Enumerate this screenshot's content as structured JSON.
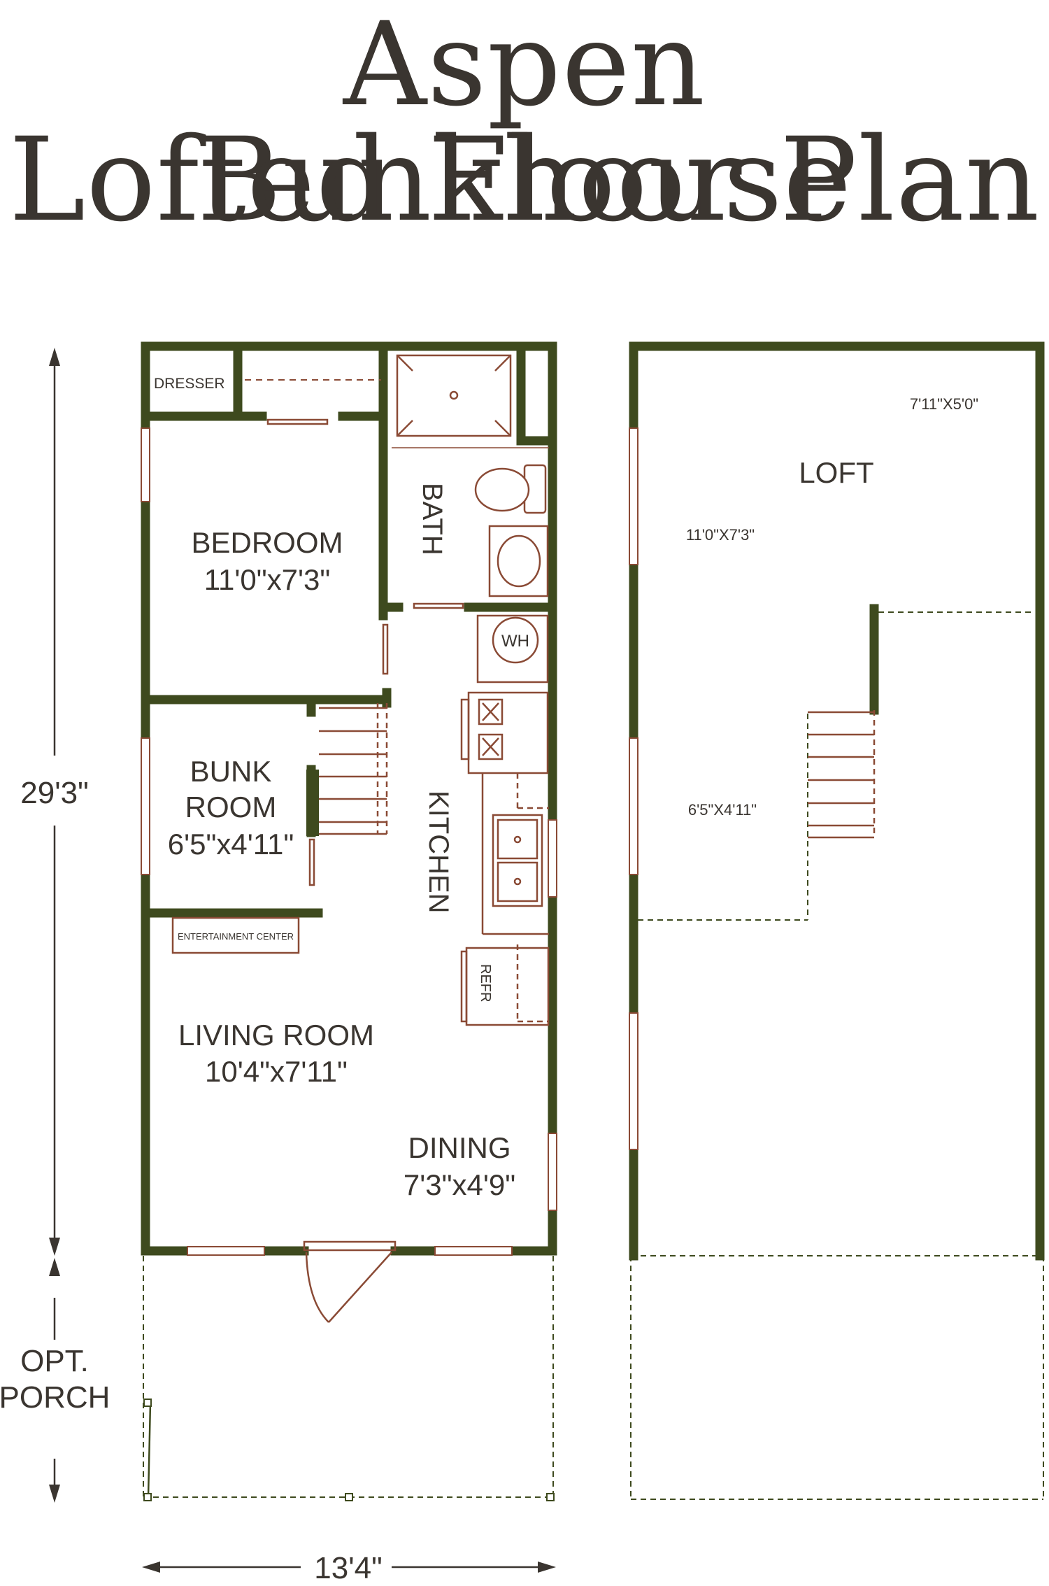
{
  "title": {
    "line1": "Aspen Bunkhouse",
    "line2": "Lofted Floor Plan"
  },
  "dimensions": {
    "length": "29'3\"",
    "width": "13'4\"",
    "porch_line1": "OPT.",
    "porch_line2": "PORCH"
  },
  "main_floor": {
    "dresser": "DRESSER",
    "bedroom": "BEDROOM",
    "bedroom_size": "11'0\"x7'3\"",
    "bath": "BATH",
    "water_heater": "WH",
    "bunk_room_line1": "BUNK",
    "bunk_room_line2": "ROOM",
    "bunk_room_size": "6'5\"x4'11\"",
    "kitchen": "KITCHEN",
    "entertainment_center": "ENTERTAINMENT CENTER",
    "refrigerator": "REFR",
    "living_room": "LIVING ROOM",
    "living_room_size": "10'4\"x7'11\"",
    "dining": "DINING",
    "dining_size": "7'3\"x4'9\""
  },
  "loft": {
    "label": "LOFT",
    "size_top": "7'11\"X5'0\"",
    "size_left": "11'0\"X7'3\"",
    "size_lower": "6'5\"X4'11\""
  },
  "colors": {
    "wall": "#3e4a1e",
    "fixture": "#8a4a35",
    "text": "#3a3530"
  }
}
